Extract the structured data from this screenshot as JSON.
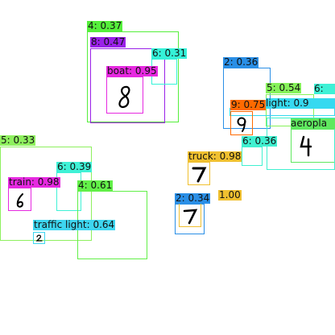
{
  "detections": [
    {
      "label": "4: 0.37",
      "color": "#55ef3b",
      "text_color": "#111111"
    },
    {
      "label": "8: 0.47",
      "color": "#9a21e8",
      "text_color": "#111111"
    },
    {
      "label": "6: 0.31",
      "color": "#35f2d8",
      "text_color": "#111111"
    },
    {
      "label": "boat: 0.95",
      "color": "#e629e0",
      "text_color": "#111111"
    },
    {
      "label": "2: 0.36",
      "color": "#2a8fe6",
      "text_color": "#111111"
    },
    {
      "label": "5: 0.54",
      "color": "#86f25a",
      "text_color": "#111111"
    },
    {
      "label": "6:",
      "color": "#3ff1d6",
      "text_color": "#111111"
    },
    {
      "label": "light: 0.9",
      "color": "#36d9f0",
      "text_color": "#111111"
    },
    {
      "label": "9: 0.75",
      "color": "#ff6a00",
      "text_color": "#111111"
    },
    {
      "label": "aeropla",
      "color": "#5fe85f",
      "text_color": "#111111"
    },
    {
      "label": "6: 0.36",
      "color": "#40f0d0",
      "text_color": "#111111"
    },
    {
      "label": "truck: 0.98",
      "color": "#f0c030",
      "text_color": "#111111"
    },
    {
      "label": "1.00",
      "color": "#f0c030",
      "text_color": "#111111"
    },
    {
      "label": "2: 0.34",
      "color": "#2a8fe6",
      "text_color": "#111111"
    },
    {
      "label": "5: 0.33",
      "color": "#8ef05e",
      "text_color": "#111111"
    },
    {
      "label": "6: 0.39",
      "color": "#3ff1d6",
      "text_color": "#111111"
    },
    {
      "label": "4: 0.61",
      "color": "#62f048",
      "text_color": "#111111"
    },
    {
      "label": "train: 0.98",
      "color": "#e629e0",
      "text_color": "#111111"
    },
    {
      "label": "traffic light: 0.64",
      "color": "#3ed6f0",
      "text_color": "#111111"
    }
  ],
  "digits": [
    {
      "name": "digit-8-image",
      "glyph": "8"
    },
    {
      "name": "digit-9-image",
      "glyph": "9"
    },
    {
      "name": "digit-4-image",
      "glyph": "4"
    },
    {
      "name": "digit-7-upper-image",
      "glyph": "7"
    },
    {
      "name": "digit-7-lower-image",
      "glyph": "7"
    },
    {
      "name": "digit-6-image",
      "glyph": "6"
    },
    {
      "name": "digit-2-small-image",
      "glyph": "2"
    }
  ]
}
